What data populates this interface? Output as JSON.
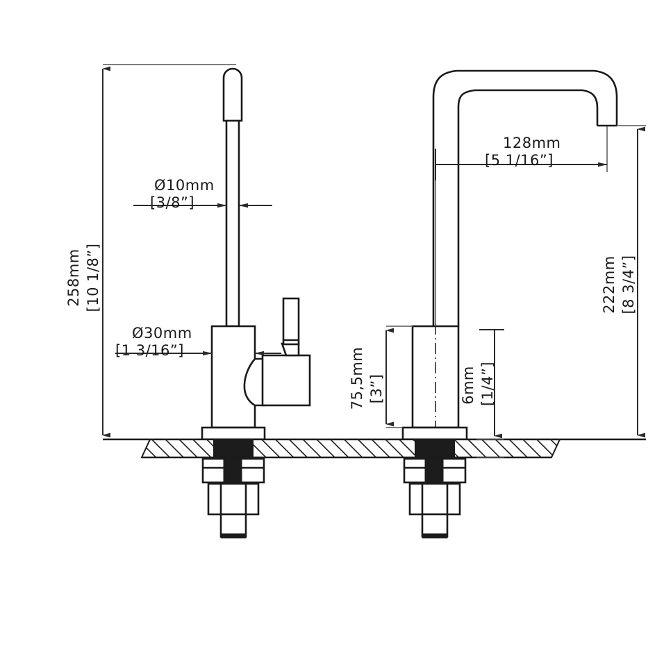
{
  "drawing": {
    "title": "Two-hole kitchen faucet technical dimension drawing",
    "background_color": "#ffffff",
    "line_color": "#1a1a1a",
    "dimension_line_color": "#2a2a2a",
    "extension_line_color": "#555555",
    "units_note": "millimeters with inches in brackets"
  },
  "dimensions": {
    "overall_height": {
      "metric": "258mm",
      "imperial": "[10 1/8”]",
      "orientation": "vertical",
      "position": "left"
    },
    "spout_tube_diameter": {
      "metric": "Ø10mm",
      "imperial": "[3/8”]",
      "orientation": "horizontal",
      "position": "upper-left"
    },
    "body_diameter": {
      "metric": "Ø30mm",
      "imperial": "[1  3/16”]",
      "orientation": "horizontal",
      "position": "mid-left"
    },
    "spout_reach": {
      "metric": "128mm",
      "imperial": "[5  1/16”]",
      "orientation": "horizontal",
      "position": "upper-right"
    },
    "spout_height": {
      "metric": "222mm",
      "imperial": "[8  3/4”]",
      "orientation": "vertical",
      "position": "right"
    },
    "riser_height": {
      "metric": "75,5mm",
      "imperial": "[3”]",
      "orientation": "vertical",
      "position": "center"
    },
    "deck_thickness": {
      "metric": "6mm",
      "imperial": "[1/4”]",
      "orientation": "vertical",
      "position": "center-right"
    }
  },
  "components": {
    "left_assembly": "single-lever mixer valve with lever handle",
    "right_assembly": "high-arc gooseneck spout",
    "deck": "hatched countertop section",
    "mounting": "washer, hex nut and threaded shank below deck"
  }
}
